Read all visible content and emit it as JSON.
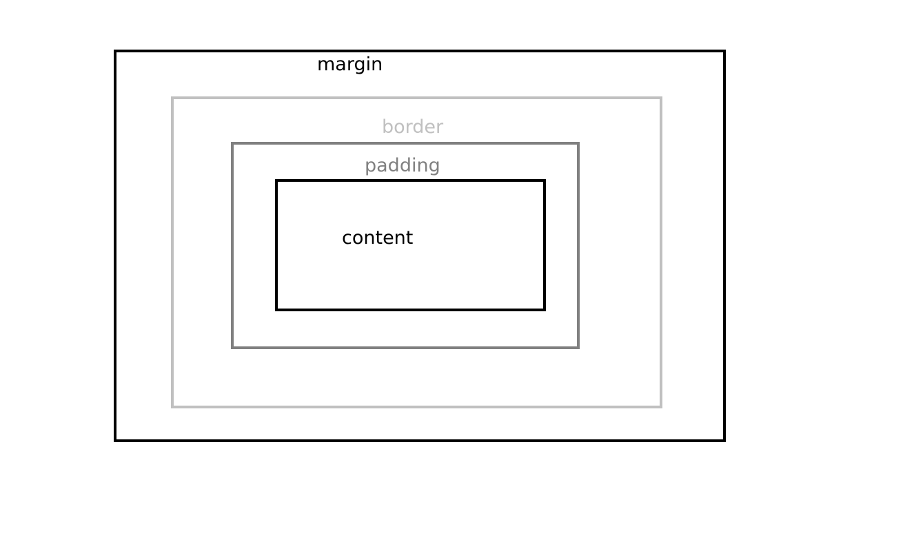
{
  "diagram": {
    "layers": {
      "margin": {
        "label": "margin",
        "color": "#000000"
      },
      "border": {
        "label": "border",
        "color": "#c0c0c0"
      },
      "padding": {
        "label": "padding",
        "color": "#808080"
      },
      "content": {
        "label": "content",
        "color": "#000000"
      }
    }
  }
}
